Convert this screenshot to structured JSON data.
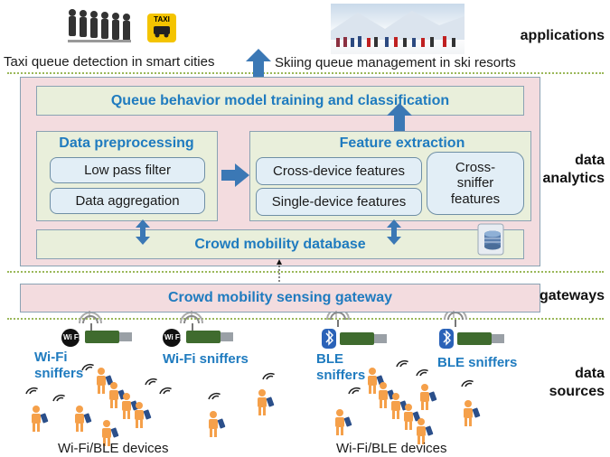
{
  "layers": {
    "applications": "applications",
    "data_analytics_line1": "data",
    "data_analytics_line2": "analytics",
    "gateways": "gateways",
    "data_sources_line1": "data",
    "data_sources_line2": "sources"
  },
  "applications": {
    "taxi_caption": "Taxi queue detection in smart cities",
    "ski_caption": "Skiing queue management in ski resorts",
    "taxi_sign": "TAXI"
  },
  "analytics": {
    "model_training": "Queue behavior model training and classification",
    "preprocessing_title": "Data preprocessing",
    "low_pass_filter": "Low pass filter",
    "data_aggregation": "Data aggregation",
    "feature_title": "Feature extraction",
    "cross_device": "Cross-device features",
    "single_device": "Single-device features",
    "cross_sniffer_1": "Cross-",
    "cross_sniffer_2": "sniffer",
    "cross_sniffer_3": "features",
    "database": "Crowd mobility database"
  },
  "gateway": {
    "label": "Crowd mobility sensing gateway"
  },
  "sources": {
    "wifi_sniffers_left_1": "Wi-Fi",
    "wifi_sniffers_left_2": "sniffers",
    "wifi_sniffers_right": "Wi-Fi sniffers",
    "ble_sniffers_left_1": "BLE",
    "ble_sniffers_left_2": "sniffers",
    "ble_sniffers_right": "BLE sniffers",
    "devices_left": "Wi-Fi/BLE devices",
    "devices_right": "Wi-Fi/BLE devices",
    "wifi_badge": "Wi Fi"
  },
  "colors": {
    "accent_blue": "#1f7bbf",
    "panel_pink": "#f3dcdf",
    "box_green": "#e9efdb",
    "arrow_blue": "#3b78b5",
    "person_orange": "#f5a04a"
  }
}
